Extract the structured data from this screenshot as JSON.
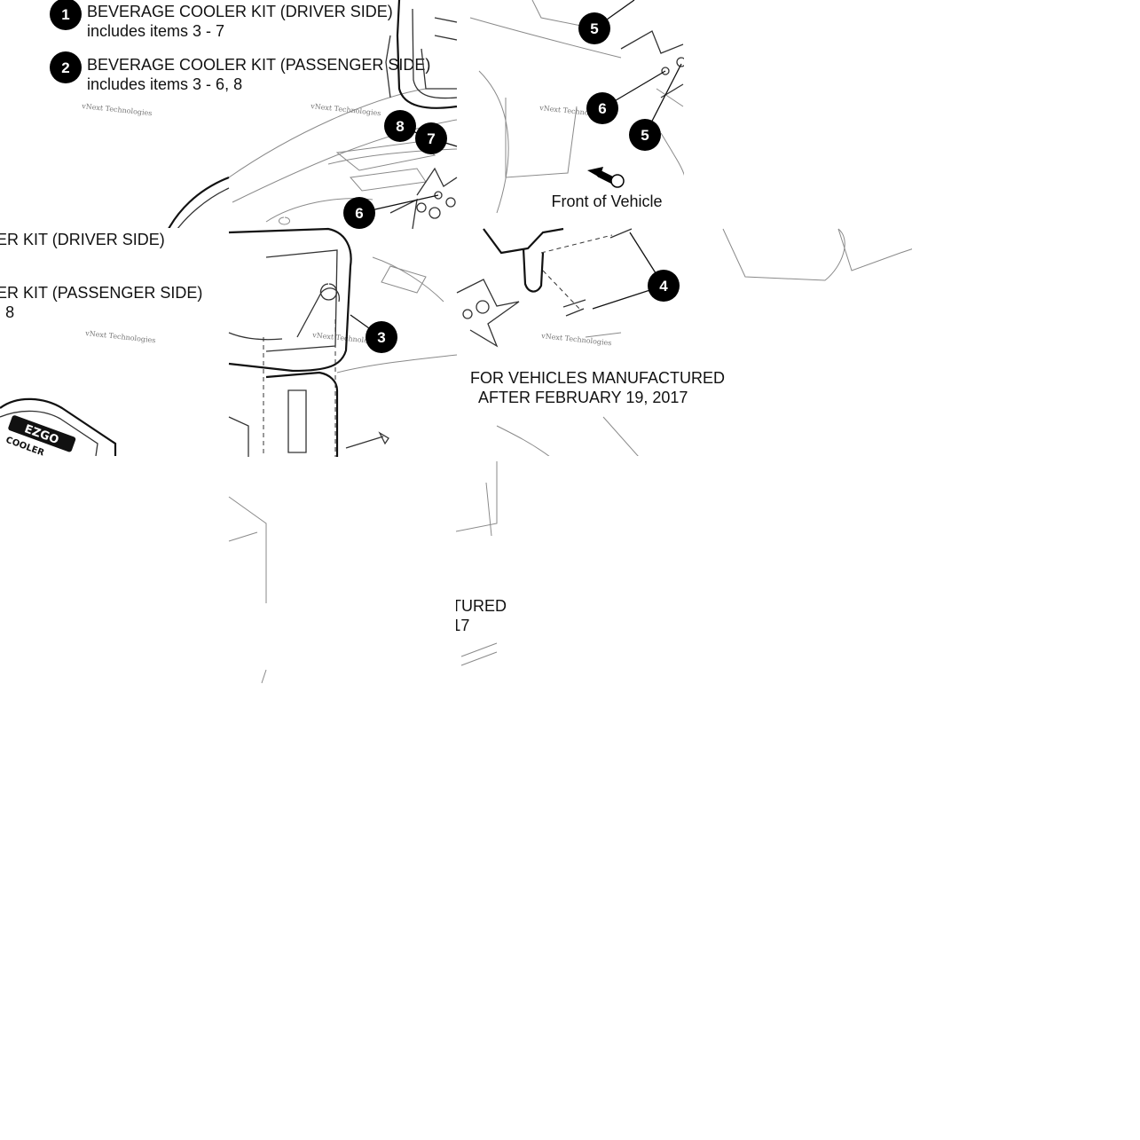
{
  "legend": [
    {
      "num": "1",
      "line1": "BEVERAGE COOLER KIT (DRIVER SIDE)",
      "line2": "includes items 3 - 7"
    },
    {
      "num": "2",
      "line1": "BEVERAGE COOLER KIT (PASSENGER SIDE)",
      "line2": "includes items 3 - 6, 8"
    }
  ],
  "front_label": "Front of Vehicle",
  "manufactured_note": [
    "FOR VEHICLES MANUFACTURED",
    "AFTER FEBRUARY 19, 2017"
  ],
  "watermark": "vNext Technologies",
  "cooler_logo": [
    "EZGO",
    "COOLER"
  ],
  "callouts": {
    "c3": "3",
    "c4": "4",
    "c5a": "5",
    "c5b": "5",
    "c6a": "6",
    "c6b": "6",
    "c7": "7",
    "c8": "8"
  }
}
